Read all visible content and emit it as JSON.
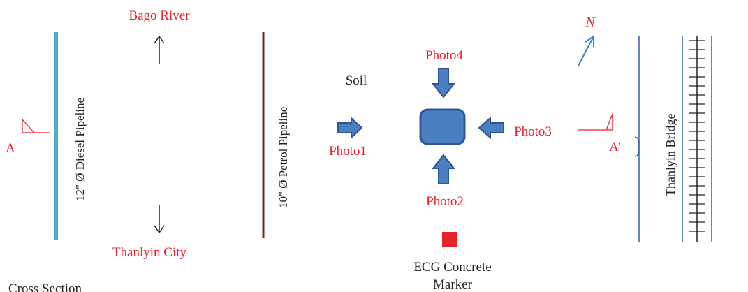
{
  "colors": {
    "red_text": "#e8212a",
    "dark_text": "#222222",
    "diesel_pipeline": "#4aaec8",
    "petrol_pipeline": "#6b2a17",
    "arrow_fill": "#4a7fc1",
    "arrow_stroke": "#2f5597",
    "bridge_line": "#2e5fa8",
    "north_arrow": "#3f7fc2",
    "marker": "#e8212a"
  },
  "labels": {
    "bago_river": "Bago River",
    "thanlyin_city": "Thanlyin City",
    "diesel_pipeline": "12\" Ø Diesel Pipeline",
    "petrol_pipeline": "10\" Ø Petrol Pipeline",
    "soil": "Soil",
    "photo1": "Photo1",
    "photo2": "Photo2",
    "photo3": "Photo3",
    "photo4": "Photo4",
    "section_a": "A",
    "section_a_prime": "A’",
    "north": "N",
    "thanlyin_bridge": "Thanlyin Bridge",
    "marker_line1": "ECG Concrete",
    "marker_line2": "Marker",
    "cross_section": "Cross Section"
  },
  "icons": {
    "photo_arrow": "thick-block-arrow",
    "north_arrow": "north-arrow-icon",
    "section_marker": "section-cut-flag",
    "marker_symbol": "red-square"
  }
}
